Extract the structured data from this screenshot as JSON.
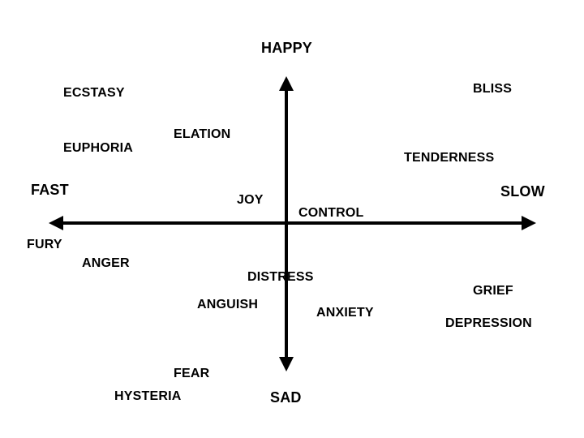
{
  "axes": {
    "top": "HAPPY",
    "bottom": "SAD",
    "left": "FAST",
    "right": "SLOW"
  },
  "emotions": {
    "ecstasy": "ECSTASY",
    "bliss": "BLISS",
    "elation": "ELATION",
    "euphoria": "EUPHORIA",
    "tenderness": "TENDERNESS",
    "joy": "JOY",
    "control": "CONTROL",
    "fury": "FURY",
    "anger": "ANGER",
    "distress": "DISTRESS",
    "grief": "GRIEF",
    "anguish": "ANGUISH",
    "anxiety": "ANXIETY",
    "depression": "DEPRESSION",
    "fear": "FEAR",
    "hysteria": "HYSTERIA"
  },
  "colors": {
    "ink": "#000000",
    "background": "#ffffff"
  }
}
